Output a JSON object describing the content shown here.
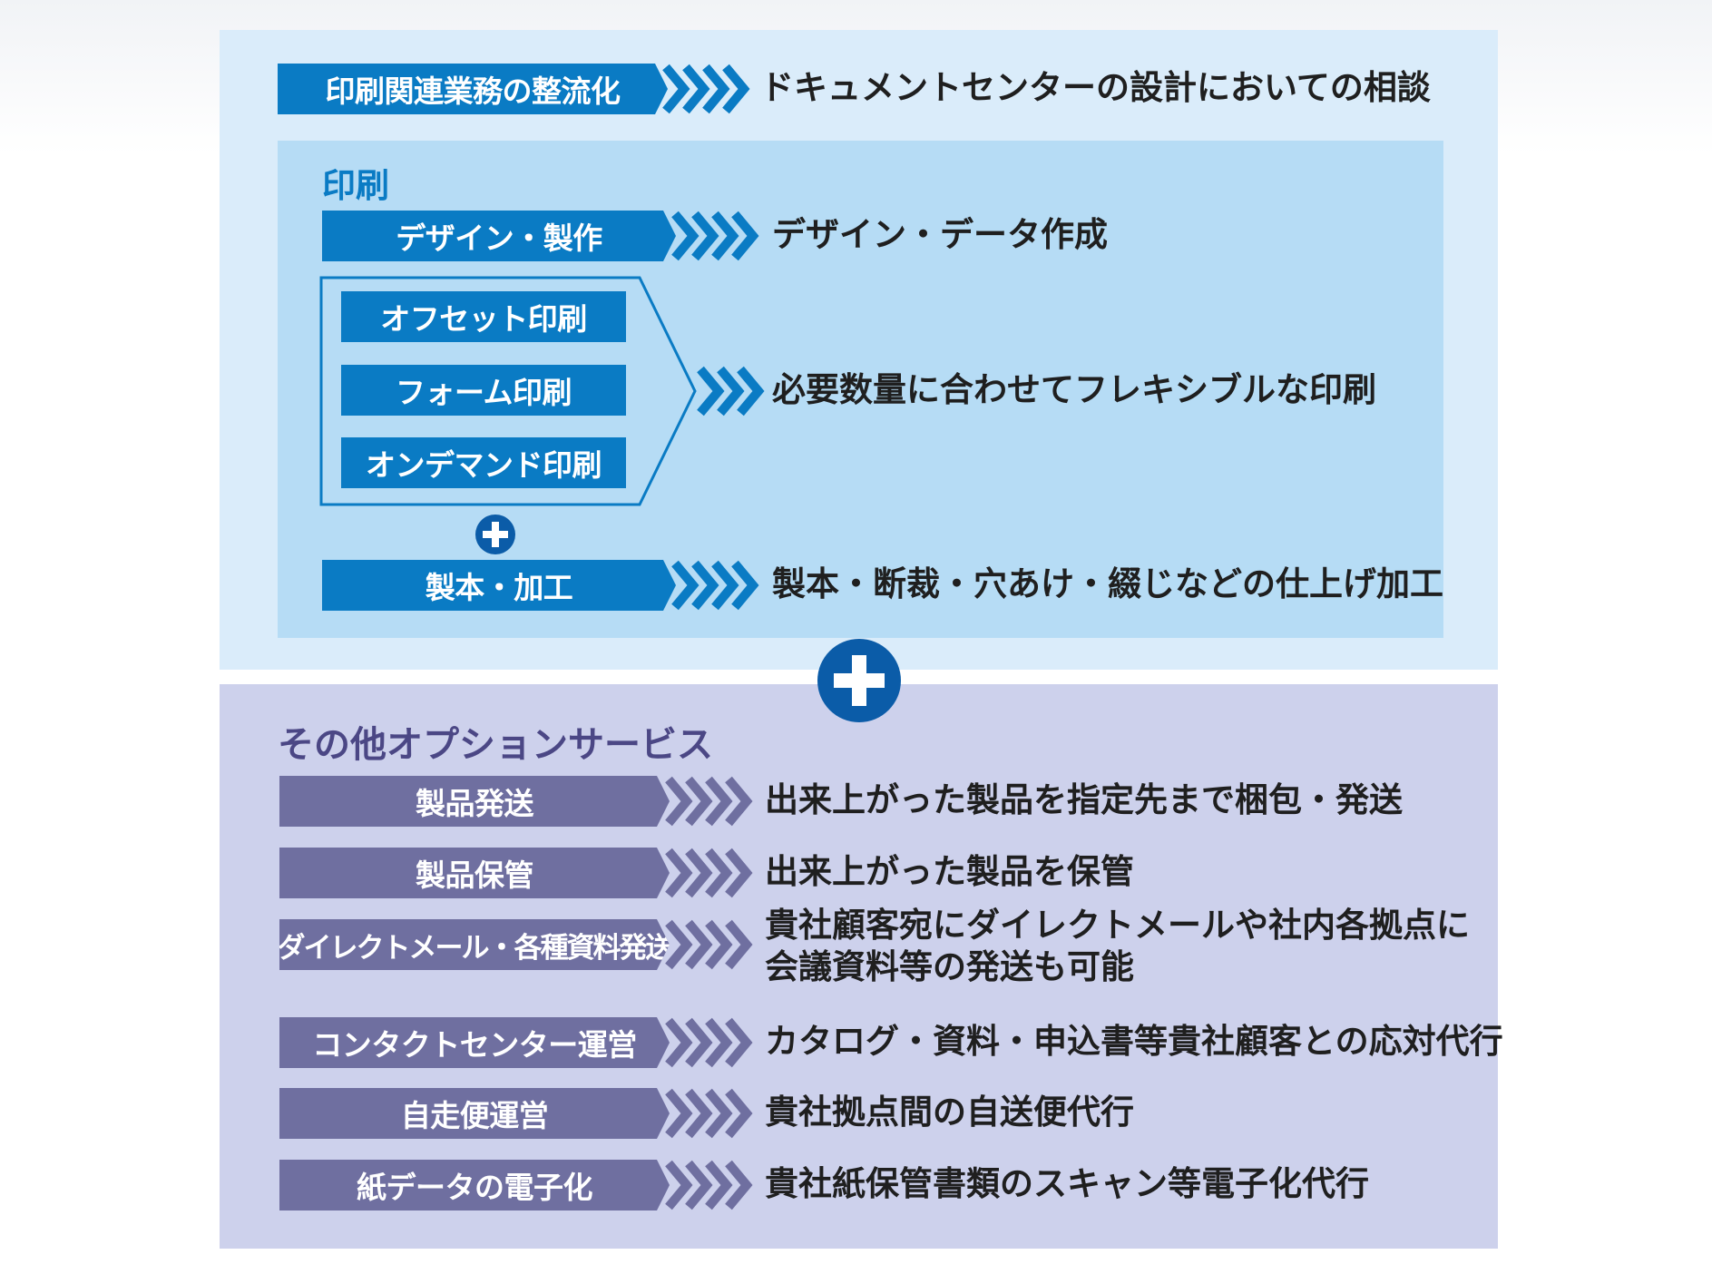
{
  "top": {
    "banner_label": "印刷関連業務の整流化",
    "banner_desc": "ドキュメントセンターの設計においての相談"
  },
  "print": {
    "title": "印刷",
    "design_label": "デザイン・製作",
    "design_desc": "デザイン・データ作成",
    "methods": [
      "オフセット印刷",
      "フォーム印刷",
      "オンデマンド印刷"
    ],
    "methods_desc": "必要数量に合わせてフレキシブルな印刷",
    "binding_label": "製本・加工",
    "binding_desc": "製本・断裁・穴あけ・綴じなどの仕上げ加工"
  },
  "options": {
    "title": "その他オプションサービス",
    "items": [
      {
        "label": "製品発送",
        "desc": "出来上がった製品を指定先まで梱包・発送"
      },
      {
        "label": "製品保管",
        "desc": "出来上がった製品を保管"
      },
      {
        "label": "ダイレクトメール・各種資料発送",
        "desc": "貴社顧客宛にダイレクトメールや社内各拠点に",
        "desc2": "会議資料等の発送も可能"
      },
      {
        "label": "コンタクトセンター運営",
        "desc": "カタログ・資料・申込書等貴社顧客との応対代行"
      },
      {
        "label": "自走便運営",
        "desc": "貴社拠点間の自送便代行"
      },
      {
        "label": "紙データの電子化",
        "desc": "貴社紙保管書類のスキャン等電子化代行"
      }
    ]
  },
  "colors": {
    "blue": "#0a7bc4",
    "light_blue_panel": "#daecfa",
    "inner_blue_panel": "#b6dcf5",
    "purple": "#6f6fa0",
    "purple_panel": "#cdd1ec",
    "plus_circle": "#0b5ca8",
    "title_blue": "#0a7bc4",
    "title_purple": "#4b4785"
  },
  "icons": {
    "chevrons": "chevron-arrows-icon",
    "plus": "plus-circle-icon"
  }
}
